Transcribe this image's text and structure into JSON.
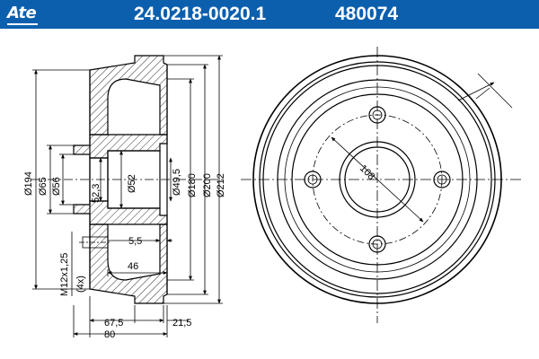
{
  "header": {
    "logo": "Ate",
    "part_number": "24.0218-0020.1",
    "ref_number": "480074",
    "color": "#0b5fad"
  },
  "side_view": {
    "diameters": {
      "d194": "Ø194",
      "d65": "Ø65",
      "d56": "Ø56",
      "d523": "52,3",
      "d52": "Ø52",
      "d495": "Ø49,5",
      "d180": "Ø180",
      "d200": "Ø200",
      "d212": "Ø212"
    },
    "thread": "M12x1,25",
    "thread_count": "(4x)",
    "widths": {
      "w55": "5,5",
      "w46": "46",
      "w675": "67,5",
      "w215": "21,5",
      "w80": "80"
    }
  },
  "front_view": {
    "pcd": "108"
  }
}
